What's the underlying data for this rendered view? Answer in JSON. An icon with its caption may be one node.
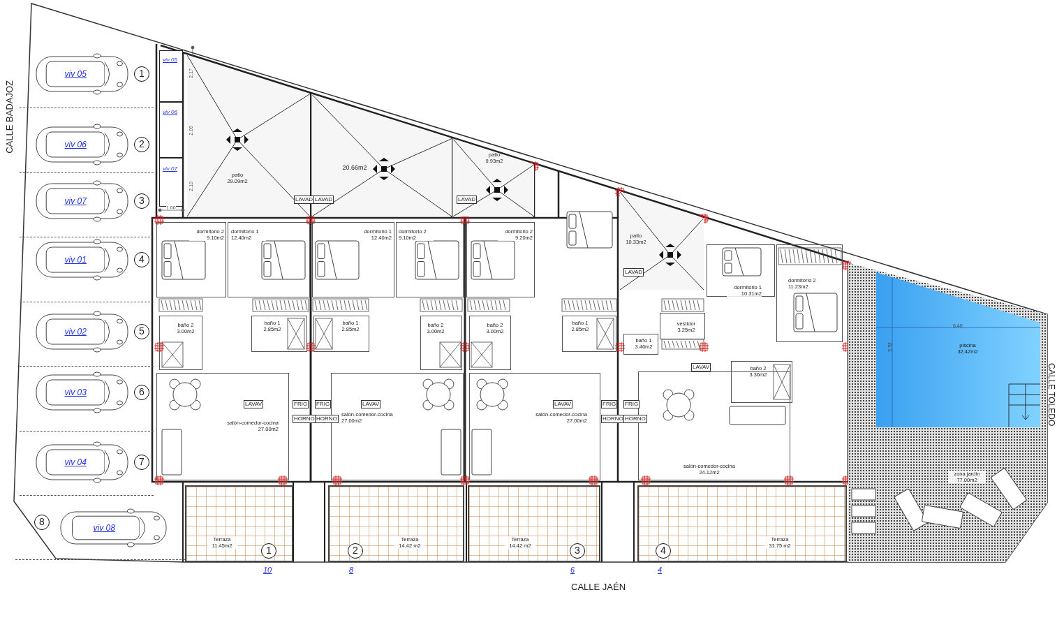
{
  "diagram": {
    "nodes": [
      {
        "text": [
          "viv 05"
        ]
      },
      {
        "text": [
          "1"
        ],
        "in": 0
      },
      {
        "text": [
          "viv 06"
        ]
      },
      {
        "text": [
          "2"
        ],
        "in": 2
      },
      {
        "text": [
          "viv 07"
        ]
      },
      {
        "text": [
          "3"
        ],
        "in": 4
      },
      {
        "text": [
          "viv 01"
        ]
      },
      {
        "text": [
          "4"
        ],
        "in": 6
      },
      {
        "text": [
          "viv 02"
        ]
      },
      {
        "text": [
          "5"
        ],
        "in": 8
      },
      {
        "text": [
          "viv 03"
        ]
      },
      {
        "text": [
          "6"
        ],
        "in": 10
      },
      {
        "text": [
          "viv 04"
        ]
      },
      {
        "text": [
          "7"
        ],
        "in": 12
      },
      {
        "text": [
          "viv 08"
        ]
      },
      {
        "text": [
          "8"
        ],
        "in": 14
      },
      {
        "text": [
          "viv 05"
        ]
      },
      {
        "text": [
          "viv 06"
        ]
      },
      {
        "text": [
          "viv 07"
        ]
      },
      {
        "text": [
          "patio 29.09m2"
        ]
      },
      {
        "text": [
          "20.66m2"
        ]
      },
      {
        "text": [
          "patio 9.93m2"
        ]
      },
      {
        "text": [
          "patio 10.33m2"
        ]
      },
      {
        "text": [
          "dormitorio 2 9.10m2"
        ]
      },
      {
        "text": [
          "dormitorio 1 12.40m2"
        ]
      },
      {
        "text": [
          "baño 2 3.00m2"
        ]
      },
      {
        "text": [
          "baño 1 2.85m2"
        ]
      },
      {
        "text": [
          "salón-comedor-cocina 27.00m2"
        ]
      },
      {
        "text": [
          "dormitorio 1 12.40m2"
        ]
      },
      {
        "text": [
          "dormitorio 2 9.10m2"
        ]
      },
      {
        "text": [
          "baño 1 2.85m2"
        ]
      },
      {
        "text": [
          "baño 2 3.00m2"
        ]
      },
      {
        "text": [
          "salón-comedor-cocina 27.00m2"
        ]
      },
      {
        "text": [
          "dormitorio 2 9.20m2"
        ]
      },
      {
        "text": [
          "baño 2 3.00m2"
        ]
      },
      {
        "text": [
          "baño 1 2.85m2"
        ]
      },
      {
        "text": [
          "salón-comedor-cocina 27.00m2"
        ]
      },
      {
        "text": [
          "dormitorio 1 10.31m2"
        ]
      },
      {
        "text": [
          "dormitorio 2 11.23m2"
        ]
      },
      {
        "text": [
          "vestidor 3.25m2"
        ]
      },
      {
        "text": [
          "baño 1 3.46m2"
        ]
      },
      {
        "text": [
          "baño 2 3.36m2"
        ]
      },
      {
        "text": [
          "salón-comedor-cocina 24.12m2"
        ]
      },
      {
        "text": [
          "Terraza 11.45m2"
        ]
      },
      {
        "text": [
          "1"
        ],
        "in": 43
      },
      {
        "text": [
          "Terraza 14.42 m2"
        ]
      },
      {
        "text": [
          "2"
        ],
        "in": 45
      },
      {
        "text": [
          "Terraza 14.42 m2"
        ]
      },
      {
        "text": [
          "3"
        ],
        "in": 47
      },
      {
        "text": [
          "Terraza 31.75 m2"
        ]
      },
      {
        "text": [
          "4"
        ],
        "in": 49
      },
      {
        "text": [
          "zona jardín 77.00m2"
        ]
      },
      {
        "text": [
          "piscina 32.42m2"
        ],
        "in": 51
      }
    ],
    "labels": [
      "CALLE BADAJOZ",
      "2.17",
      "2.09",
      "2.10",
      "1.00",
      "LAVAD",
      "LAVAD",
      "LAVAD",
      "LAVAD",
      "6,40",
      "5,92",
      "LAVAV",
      "LAVAV",
      "FRIG",
      "HORNO",
      "FRIG",
      "HORNO",
      "LAVAV",
      "LAVAV",
      "FRIG",
      "HORNO",
      "FRIG",
      "HORNO",
      "10",
      "8",
      "6",
      "4",
      "CALLE JAÉN",
      "CALLE TOLEDO"
    ]
  }
}
